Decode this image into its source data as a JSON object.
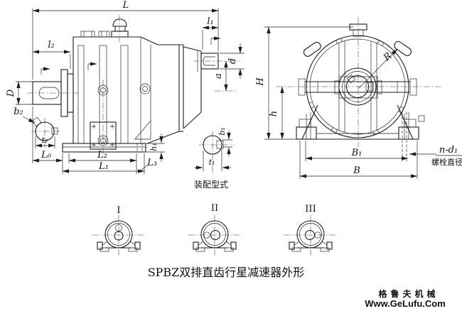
{
  "drawing": {
    "title": "SPBZ双排直齿行星减速器外形",
    "assembly_caption": "装配型式",
    "variant_labels": [
      "I",
      "II",
      "III"
    ],
    "side_view_dims": {
      "L": "L",
      "l1": "l₁",
      "l2": "l₂",
      "D": "D",
      "b2": "b₂",
      "t2": "t₂",
      "L0": "L₀",
      "L2": "L₂",
      "L1": "L₁",
      "L3": "L₃",
      "h1": "h₁",
      "a": "a",
      "d": "d",
      "b1": "b₁",
      "t1": "t₁"
    },
    "front_view_dims": {
      "H": "H",
      "h": "h",
      "R": "R",
      "B1": "B₁",
      "B": "B"
    },
    "bolt_note_line1": "n-d₁",
    "bolt_note_line2": "螺栓直径"
  },
  "watermark": {
    "line1": "格鲁夫机械",
    "line2": "Www.GeLufu.Com",
    "color": "#e87e7e"
  }
}
